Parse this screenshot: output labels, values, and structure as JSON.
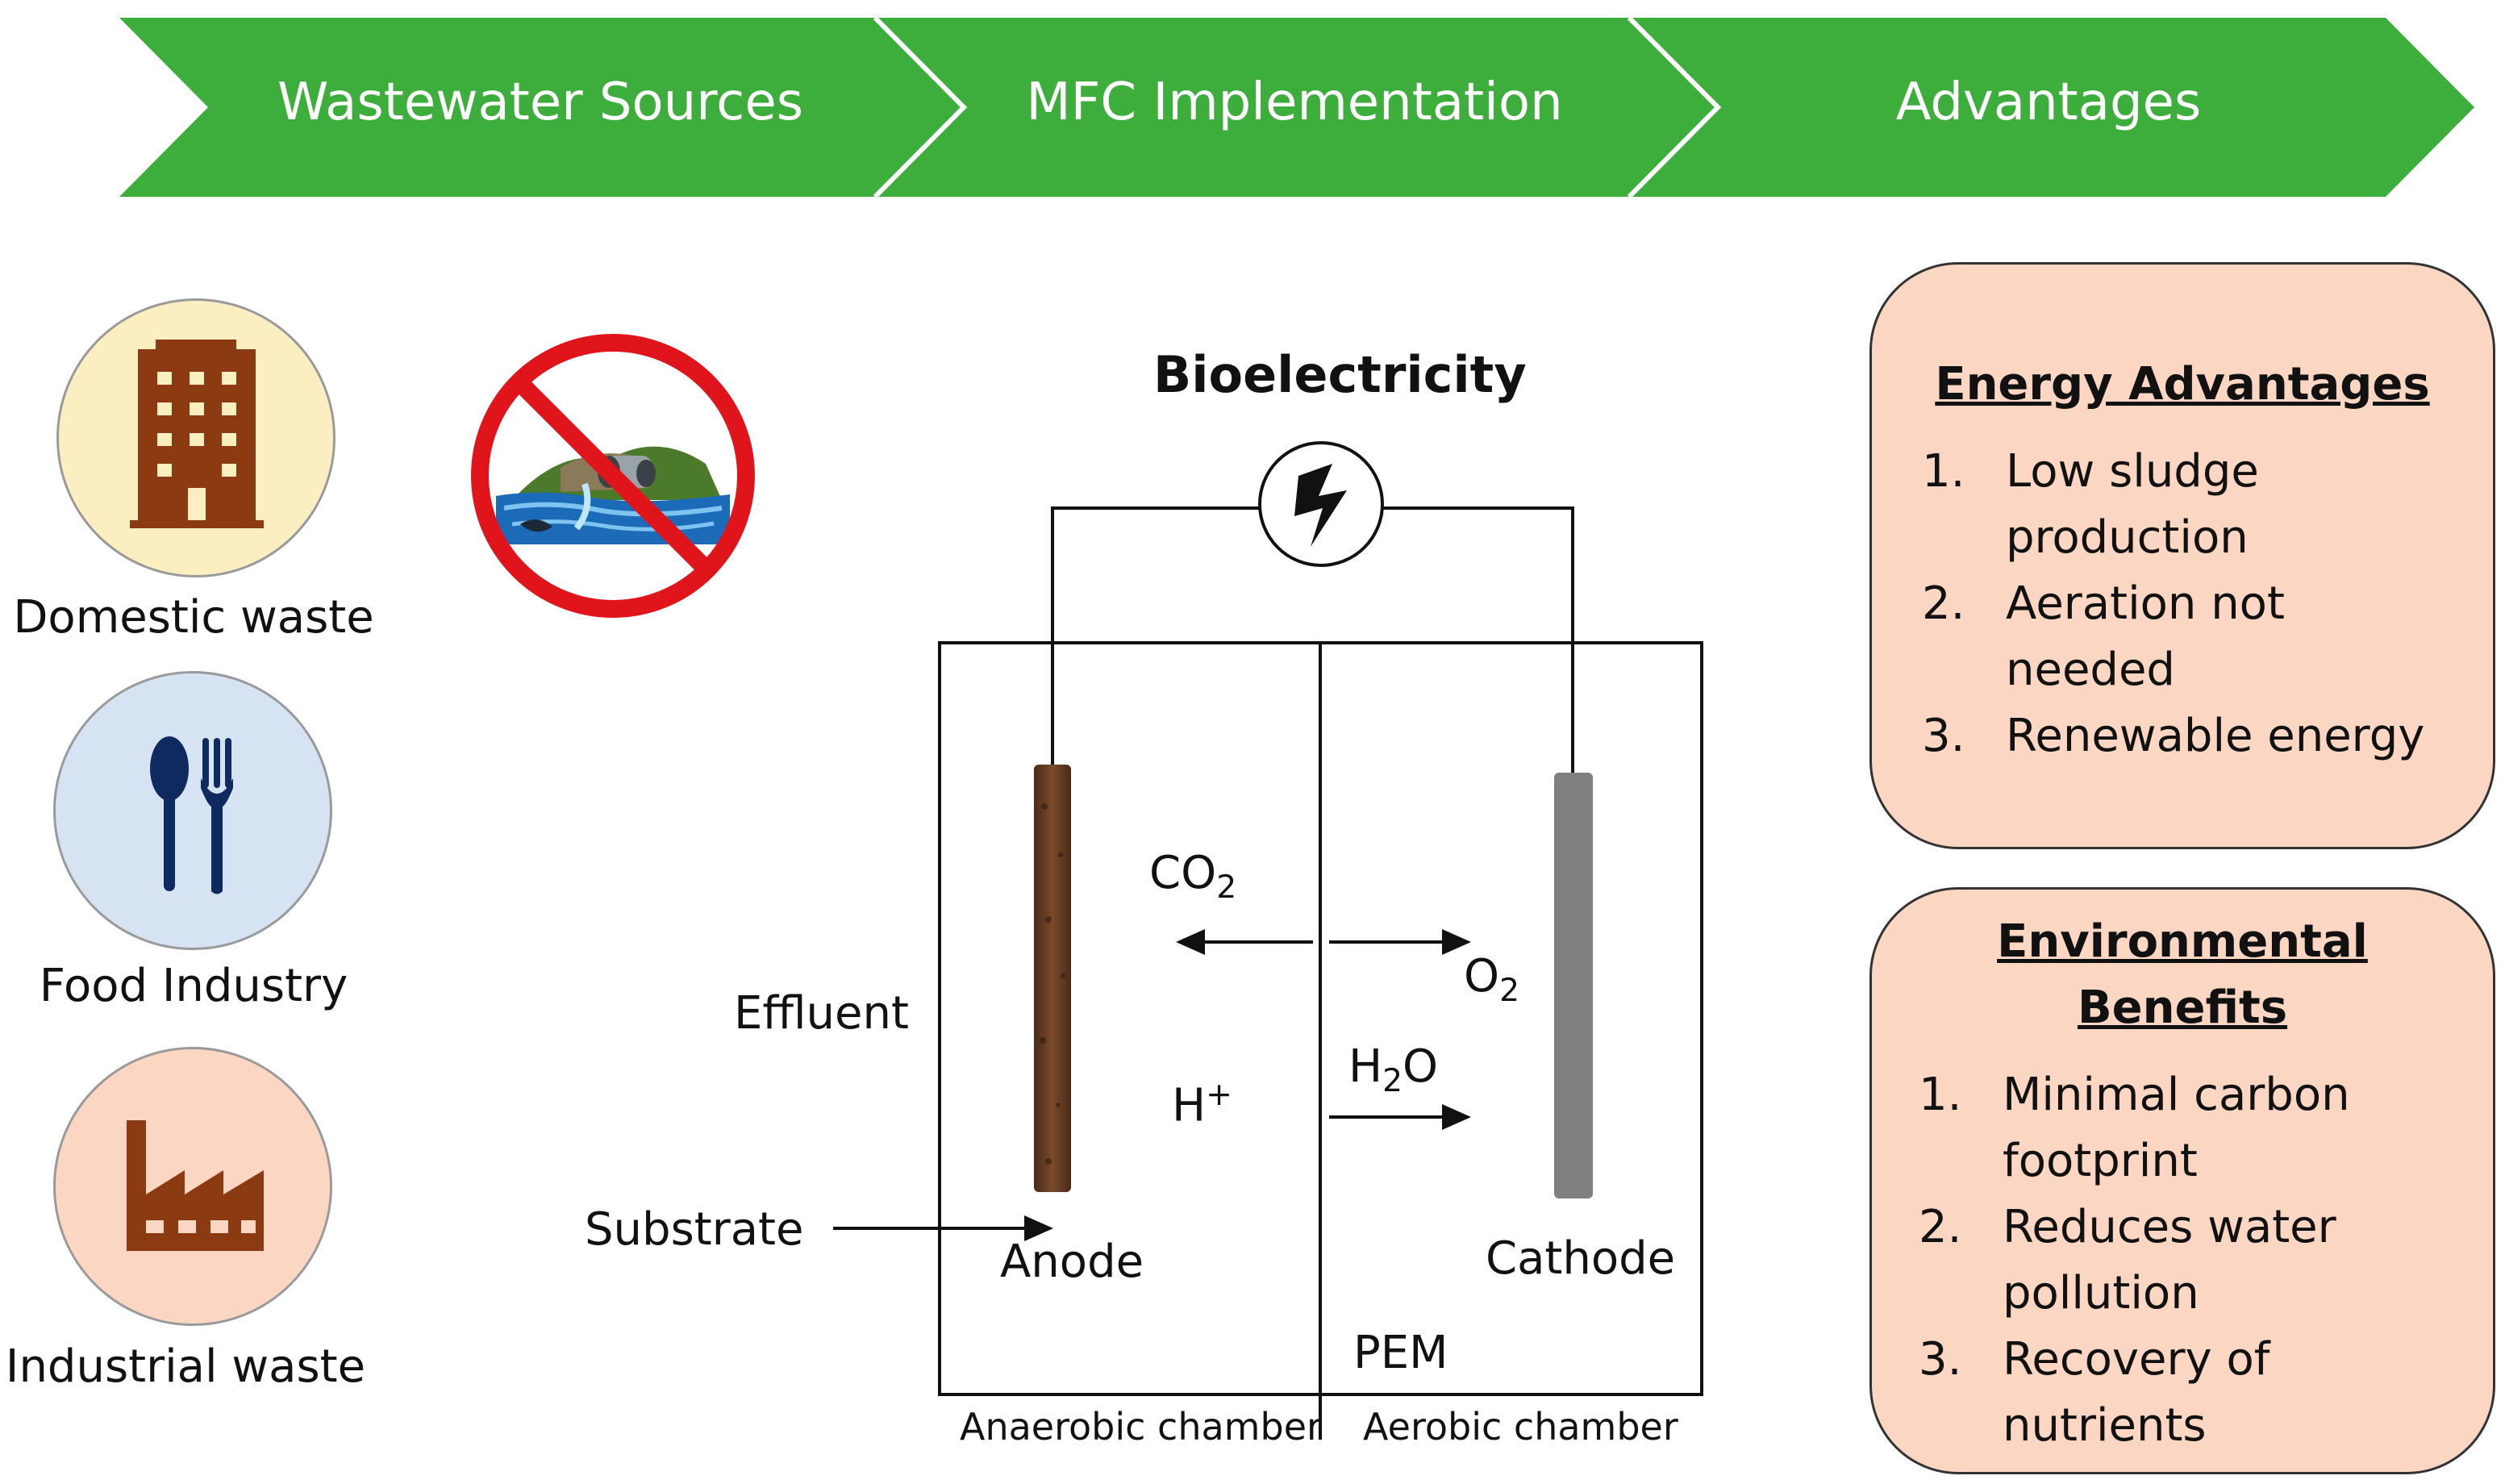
{
  "banner": {
    "steps": [
      {
        "label": "Wastewater Sources"
      },
      {
        "label": "MFC Implementation"
      },
      {
        "label": "Advantages"
      }
    ],
    "color": "#3dae3b"
  },
  "sources": [
    {
      "label": "Domestic waste",
      "icon": "building-icon",
      "color": "#fbeec0"
    },
    {
      "label": "Food Industry",
      "icon": "utensils-icon",
      "color": "#d6e3f3"
    },
    {
      "label": "Industrial waste",
      "icon": "factory-icon",
      "color": "#fbd7c3"
    }
  ],
  "no_pollution_icon": "no-sewage-discharge-icon",
  "mfc": {
    "title": "Bioelectricity",
    "effluent": "Effluent",
    "substrate": "Substrate",
    "anode": "Anode",
    "cathode": "Cathode",
    "pem": "PEM",
    "co2": {
      "base": "CO",
      "sub": "2"
    },
    "o2": {
      "base": "O",
      "sub": "2"
    },
    "h2o": {
      "pre": "H",
      "sub": "2",
      "post": "O"
    },
    "hplus": {
      "base": "H",
      "sup": "+"
    },
    "anaerobic": "Anaerobic chamber",
    "aerobic": "Aerobic chamber"
  },
  "advantages": {
    "energy": {
      "title": "Energy Advantages",
      "items": [
        {
          "num": "1.",
          "lines": [
            "Low sludge",
            "production"
          ]
        },
        {
          "num": "2.",
          "lines": [
            "Aeration not",
            "needed"
          ]
        },
        {
          "num": "3.",
          "lines": [
            "Renewable energy"
          ]
        }
      ]
    },
    "environment": {
      "title_lines": [
        "Environmental",
        "Benefits"
      ],
      "items": [
        {
          "num": "1.",
          "lines": [
            "Minimal carbon",
            "footprint"
          ]
        },
        {
          "num": "2.",
          "lines": [
            "Reduces water",
            "pollution"
          ]
        },
        {
          "num": "3.",
          "lines": [
            "Recovery of",
            "nutrients"
          ]
        }
      ]
    }
  },
  "colors": {
    "banner": "#3dae3b",
    "box_fill": "#fbd7c3",
    "icon_brown": "#8b3a12",
    "icon_navy": "#0f2a5e",
    "no_sign_red": "#e0141b"
  }
}
